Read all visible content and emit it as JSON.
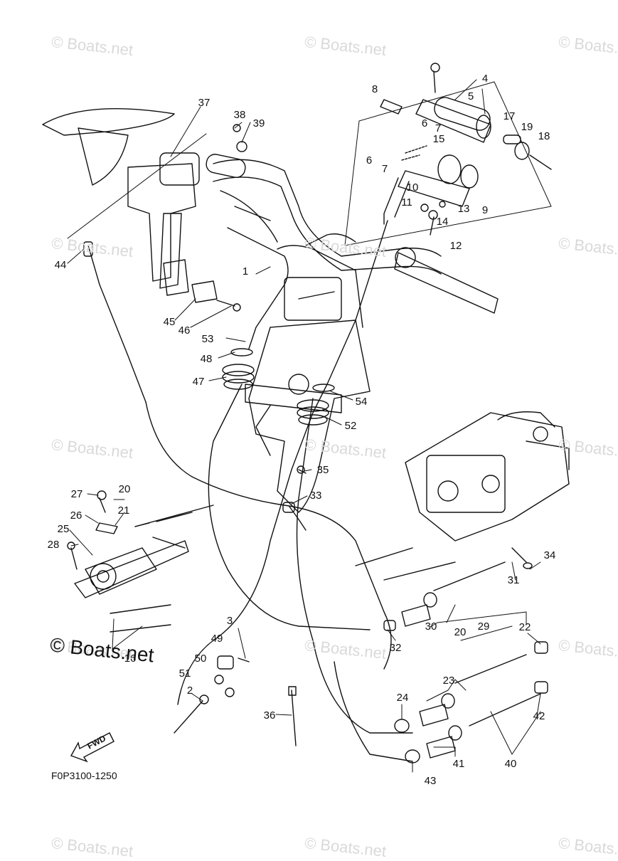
{
  "watermarks": [
    "© Boats.net",
    "© Boats.net",
    "© Boats.net",
    "© Boats.net",
    "© Boats.net",
    "© Boats.net",
    "© Boats.net",
    "© Boats.net",
    "© Boats.net",
    "© Boats.net",
    "© Boats.net",
    "© Boats.net",
    "© Boats.net",
    "© Boats.net",
    "© Boats.net"
  ],
  "logo_text": "© Boats.net",
  "diagram_code": "F0P3100-1250",
  "fwd_label": "FWD",
  "callouts": [
    "1",
    "2",
    "3",
    "4",
    "5",
    "6",
    "7",
    "8",
    "9",
    "10",
    "11",
    "12",
    "13",
    "14",
    "15",
    "16",
    "17",
    "18",
    "19",
    "20",
    "20",
    "21",
    "22",
    "23",
    "24",
    "25",
    "26",
    "27",
    "28",
    "29",
    "30",
    "31",
    "32",
    "33",
    "34",
    "35",
    "36",
    "37",
    "38",
    "39",
    "40",
    "41",
    "42",
    "43",
    "44",
    "45",
    "46",
    "47",
    "48",
    "49",
    "50",
    "51",
    "52",
    "53",
    "54",
    "6",
    "7"
  ]
}
